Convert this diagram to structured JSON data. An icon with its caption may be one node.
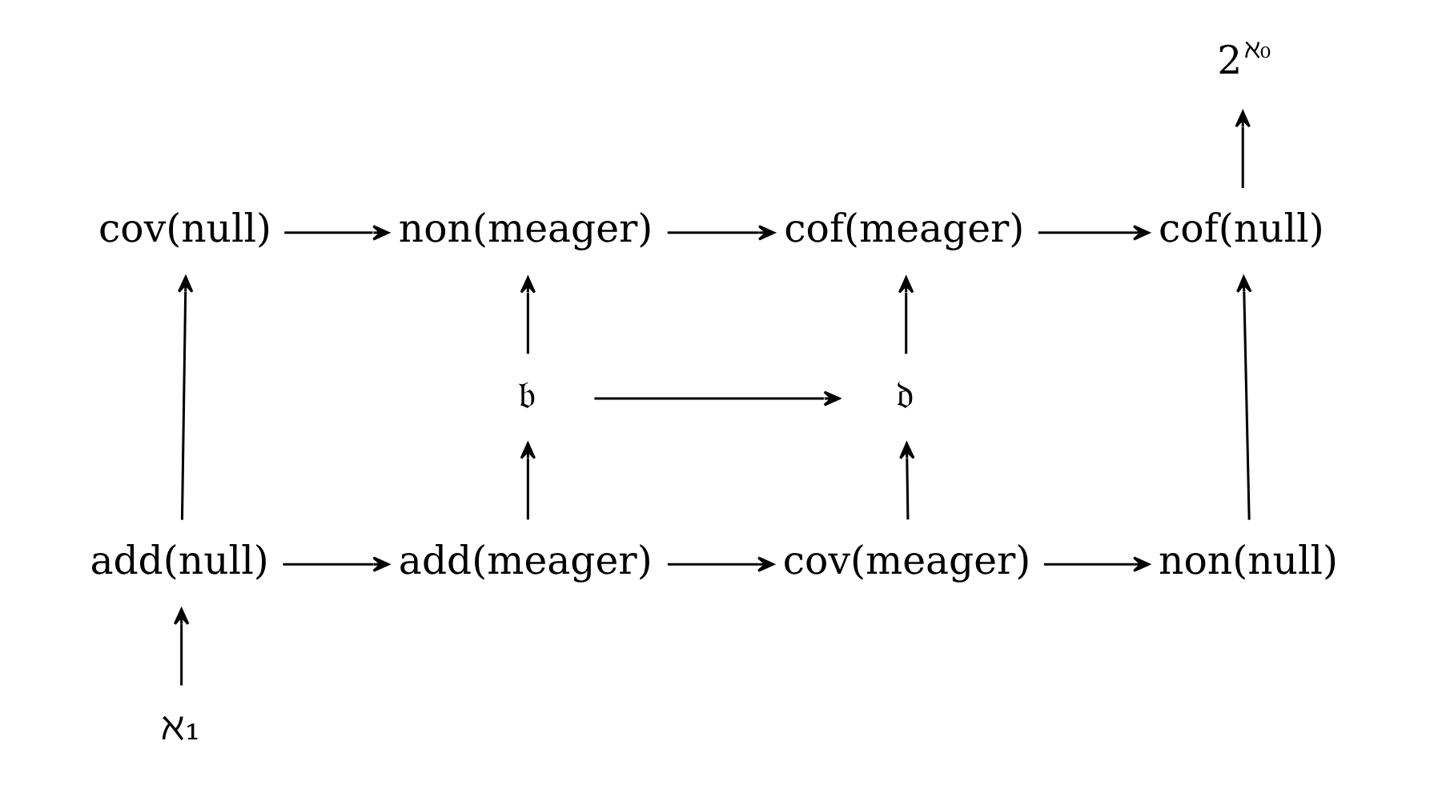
{
  "diagram": {
    "nodes": [
      {
        "text": [
          "cov(null)"
        ]
      },
      {
        "text": [
          "non(meager)"
        ]
      },
      {
        "text": [
          "cof(meager)"
        ]
      },
      {
        "text": [
          "cof(null)"
        ]
      },
      {
        "text": [
          "2$^{ℵ₀}$"
        ]
      },
      {
        "text": [
          "𝔟"
        ]
      },
      {
        "text": [
          "𝔡"
        ]
      },
      {
        "text": [
          "add(null)"
        ]
      },
      {
        "text": [
          "add(meager)"
        ]
      },
      {
        "text": [
          "cov(meager)"
        ]
      },
      {
        "text": [
          "non(null)"
        ]
      },
      {
        "text": [
          "ℵ₁"
        ]
      }
    ],
    "edges": [
      {
        "from": 7,
        "to": 0,
        "arrow": "to"
      },
      {
        "from": 0,
        "to": 1,
        "arrow": "to"
      },
      {
        "from": 1,
        "to": 2,
        "arrow": "to"
      },
      {
        "from": 2,
        "to": 3,
        "arrow": "to"
      },
      {
        "from": 3,
        "to": 4,
        "arrow": "to"
      },
      {
        "from": 5,
        "to": 1,
        "arrow": "to"
      },
      {
        "from": 5,
        "to": 6,
        "arrow": "to"
      },
      {
        "from": 6,
        "to": 2,
        "arrow": "to"
      },
      {
        "from": 8,
        "to": 5,
        "arrow": "to"
      },
      {
        "from": 9,
        "to": 6,
        "arrow": "to"
      },
      {
        "from": 10,
        "to": 3,
        "arrow": "to"
      },
      {
        "from": 7,
        "to": 8,
        "arrow": "to"
      },
      {
        "from": 8,
        "to": 9,
        "arrow": "to"
      },
      {
        "from": 9,
        "to": 10,
        "arrow": "to"
      },
      {
        "from": 11,
        "to": 7,
        "arrow": "to"
      }
    ]
  }
}
